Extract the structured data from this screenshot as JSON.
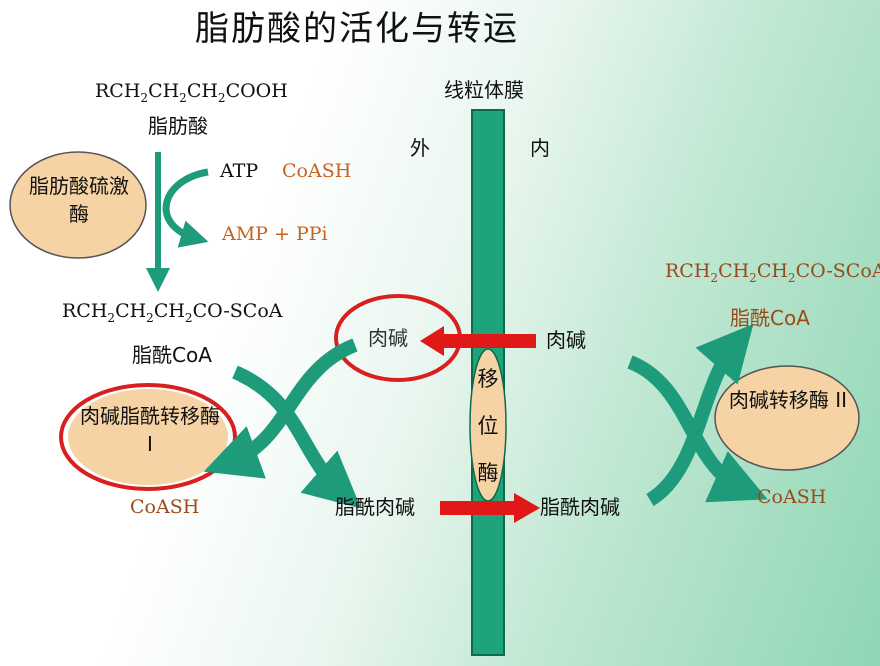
{
  "title": "脂肪酸的活化与转运",
  "membrane": {
    "label": "线粒体膜",
    "outside": "外",
    "inside": "内",
    "transporter": [
      "移",
      "位",
      "酶"
    ]
  },
  "activation": {
    "fatty_acid_formula": [
      "RCH",
      "2",
      "CH",
      "2",
      "CH",
      "2",
      "COOH"
    ],
    "fatty_acid_name": "脂肪酸",
    "atp": "ATP",
    "coash": "CoASH",
    "amp_ppi": "AMP + PPi",
    "enzyme": "脂肪酸硫激酶",
    "acyl_coa_formula": [
      "RCH",
      "2",
      "CH",
      "2",
      "CH",
      "2",
      "CO-SCoA"
    ],
    "acyl_coa_name": "脂酰CoA"
  },
  "transfer_outer": {
    "carnitine": "肉碱",
    "enzyme": "肉碱脂酰转移酶 I",
    "coash": "CoASH",
    "acyl_carnitine": "脂酰肉碱"
  },
  "transfer_inner": {
    "carnitine": "肉碱",
    "acyl_carnitine": "脂酰肉碱",
    "enzyme": "肉碱转移酶 II",
    "coash": "CoASH",
    "acyl_coa_formula": [
      "RCH",
      "2",
      "CH",
      "2",
      "CH",
      "2",
      "CO-SCoA"
    ],
    "acyl_coa_name": "脂酰CoA"
  },
  "colors": {
    "membrane": "#1fa37a",
    "green_arrow": "#1e9b7a",
    "red_arrow": "#e01818",
    "enzyme_bubble": "#f6d3a4",
    "red_circle": "#d8201f",
    "orange_text": "#c9621e"
  }
}
